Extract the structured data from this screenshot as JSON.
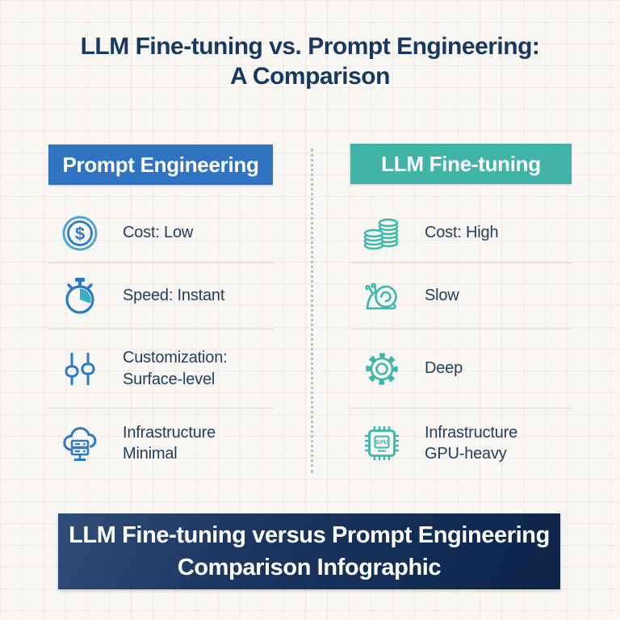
{
  "title": {
    "line1": "LLM Fine-tuning vs. Prompt Engineering:",
    "line2": "A Comparison"
  },
  "columns": [
    {
      "header": "Prompt Engineering",
      "accent_color": "#2f73c2",
      "rows": [
        {
          "icon": "dollar-coin-icon",
          "label1": "Cost: Low",
          "label2": ""
        },
        {
          "icon": "stopwatch-icon",
          "label1": "Speed: Instant",
          "label2": ""
        },
        {
          "icon": "sliders-icon",
          "label1": "Customization:",
          "label2": "Surface-level"
        },
        {
          "icon": "cloud-server-icon",
          "label1": "Infrastructure",
          "label2": "Minimal"
        }
      ]
    },
    {
      "header": "LLM Fine-tuning",
      "accent_color": "#41b3a7",
      "rows": [
        {
          "icon": "coin-stack-icon",
          "label1": "Cost: High",
          "label2": ""
        },
        {
          "icon": "snail-icon",
          "label1": "Slow",
          "label2": ""
        },
        {
          "icon": "gear-icon",
          "label1": "Deep",
          "label2": ""
        },
        {
          "icon": "gpu-chip-icon",
          "label1": "Infrastructure",
          "label2": "GPU-heavy"
        }
      ]
    }
  ],
  "footer": {
    "line1": "LLM Fine-tuning versus Prompt Engineering",
    "line2": "Comparison Infographic"
  },
  "colors": {
    "title_text": "#17395f",
    "row_text": "#22405f",
    "blue_icon": "#2b79c7",
    "teal_icon": "#3cb8ab",
    "footer_bg_dark": "#0e2347",
    "footer_bg_light": "#2e4d78",
    "background": "#f8f7f4"
  }
}
